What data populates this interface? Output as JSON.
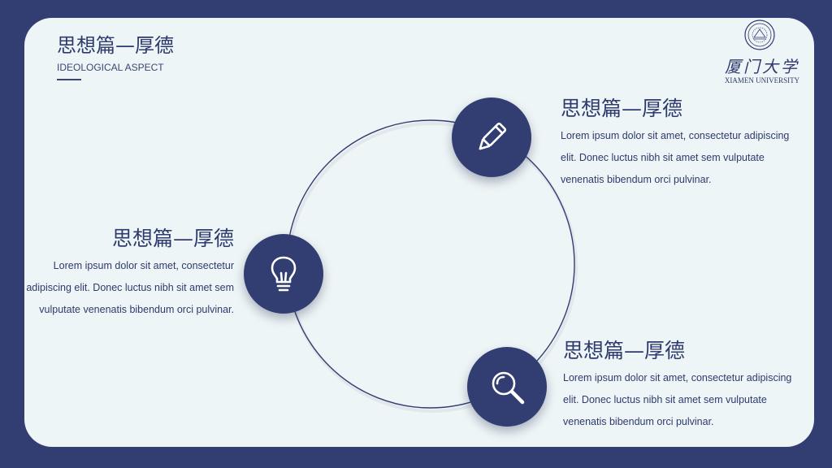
{
  "header": {
    "title": "思想篇—厚德",
    "subtitle": "IDEOLOGICAL ASPECT"
  },
  "logo": {
    "chinese_name": "厦门大学",
    "english_name": "XIAMEN UNIVERSITY"
  },
  "colors": {
    "navy": "#323e72",
    "card_background": "#eef5f6",
    "text": "#2e3a6e"
  },
  "items": [
    {
      "title": "思想篇—厚德",
      "body": "Lorem ipsum dolor sit amet, consectetur adipiscing elit. Donec luctus nibh sit amet sem vulputate venenatis bibendum orci pulvinar.",
      "icon": "pencil-icon"
    },
    {
      "title": "思想篇—厚德",
      "body": "Lorem ipsum dolor sit amet, consectetur adipiscing elit. Donec luctus nibh sit amet sem vulputate venenatis bibendum orci pulvinar.",
      "icon": "lightbulb-icon"
    },
    {
      "title": "思想篇—厚德",
      "body": "Lorem ipsum dolor sit amet, consectetur adipiscing elit. Donec luctus nibh sit amet sem vulputate venenatis bibendum orci pulvinar.",
      "icon": "magnifier-icon"
    }
  ]
}
